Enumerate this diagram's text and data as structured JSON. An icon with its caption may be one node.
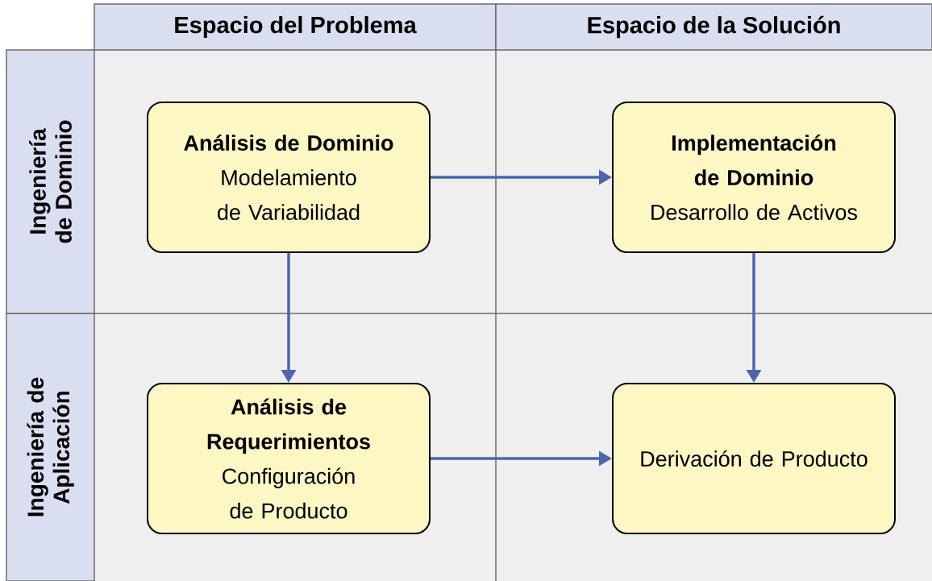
{
  "diagram": {
    "nodes": [
      {
        "text": [
          "Espacio del Problema"
        ]
      },
      {
        "text": [
          "Espacio de la Solución"
        ]
      },
      {
        "text": [
          "Ingeniería de Dominio"
        ]
      },
      {
        "text": [
          "Análisis de Dominio",
          "Modelamiento de Variabilidad"
        ]
      },
      {
        "text": [
          "Implementación de Dominio",
          "Desarrollo de Activos"
        ]
      },
      {
        "text": [
          "Ingeniería de Aplicación"
        ]
      },
      {
        "text": [
          "Análisis de Requerimientos",
          "Configuración de Producto"
        ]
      },
      {
        "text": [
          "Derivación de Producto"
        ]
      }
    ],
    "edges": [
      {
        "from": 3,
        "to": 4,
        "arrow": "to"
      },
      {
        "from": 3,
        "to": 6,
        "arrow": "to"
      },
      {
        "from": 4,
        "to": 7,
        "arrow": "to"
      },
      {
        "from": 6,
        "to": 7,
        "arrow": "to"
      }
    ]
  }
}
